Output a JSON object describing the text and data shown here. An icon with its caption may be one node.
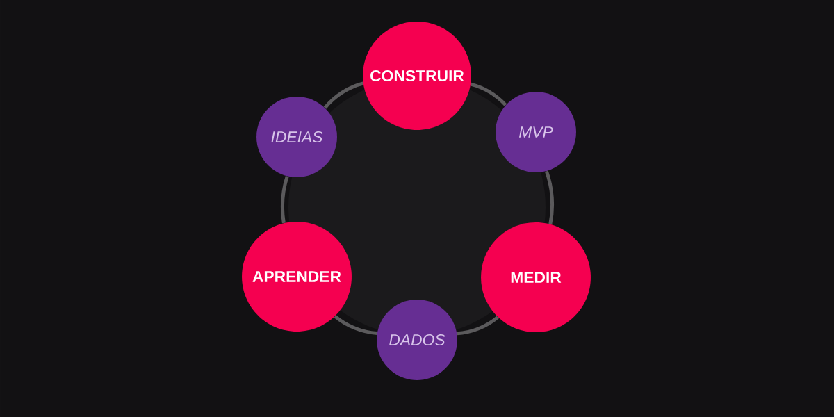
{
  "diagram": {
    "nodes": [
      {
        "text": [
          "CONSTRUIR"
        ]
      },
      {
        "text": [
          "MVP"
        ]
      },
      {
        "text": [
          "MEDIR"
        ]
      },
      {
        "text": [
          "DADOS"
        ]
      },
      {
        "text": [
          "APRENDER"
        ]
      },
      {
        "text": [
          "IDEIAS"
        ]
      }
    ],
    "edges": [
      {
        "from": 0,
        "to": 1,
        "arrow": "none"
      },
      {
        "from": 1,
        "to": 2,
        "arrow": "none"
      },
      {
        "from": 2,
        "to": 3,
        "arrow": "none"
      },
      {
        "from": 3,
        "to": 4,
        "arrow": "none"
      },
      {
        "from": 4,
        "to": 5,
        "arrow": "none"
      },
      {
        "from": 5,
        "to": 0,
        "arrow": "none"
      }
    ]
  }
}
